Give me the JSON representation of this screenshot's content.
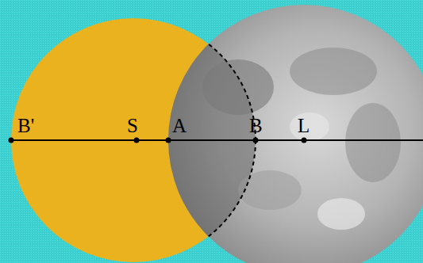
{
  "diagram": {
    "labels": [
      "B'",
      "S",
      "A",
      "B",
      "L"
    ]
  }
}
